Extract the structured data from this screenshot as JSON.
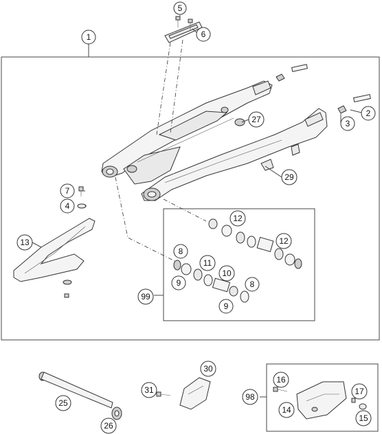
{
  "callouts": {
    "c1": "1",
    "c2": "2",
    "c3": "3",
    "c4": "4",
    "c5": "5",
    "c6": "6",
    "c7": "7",
    "c8a": "8",
    "c8b": "8",
    "c9a": "9",
    "c9b": "9",
    "c10": "10",
    "c11": "11",
    "c12a": "12",
    "c12b": "12",
    "c13": "13",
    "c14": "14",
    "c15": "15",
    "c16": "16",
    "c17": "17",
    "c25": "25",
    "c26": "26",
    "c27": "27",
    "c29": "29",
    "c30": "30",
    "c31": "31",
    "c98": "98",
    "c99": "99"
  }
}
